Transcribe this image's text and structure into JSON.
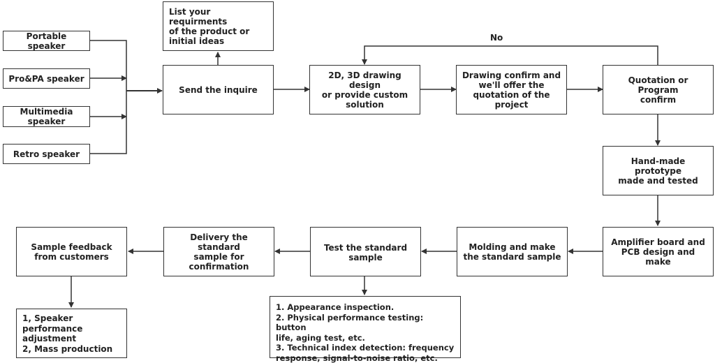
{
  "nodes": {
    "portable": "Portable speaker",
    "propa": "Pro&PA speaker",
    "multimedia": "Multimedia\nspeaker",
    "retro": "Retro speaker",
    "requirements": "List your requirments\nof the product or\ninitial ideas",
    "inquire": "Send the inquire",
    "drawing_design": "2D, 3D drawing design\nor provide custom\nsolution",
    "drawing_confirm": "Drawing confirm and\nwe'll offer the\nquotation of the\nproject",
    "quotation": "Quotation or Program\nconfirm",
    "prototype": "Hand-made prototype\nmade and tested",
    "amplifier": "Amplifier board and\nPCB design and make",
    "molding": "Molding and make\nthe standard sample",
    "test": "Test the standard\nsample",
    "delivery": "Delivery the standard\nsample for\nconfirmation",
    "feedback": "Sample feedback\nfrom customers",
    "adjustment": "1, Speaker\nperformance\nadjustment\n2, Mass production",
    "test_details": "1. Appearance inspection.\n2. Physical performance testing: button\nlife, aging test, etc.\n3. Technical index detection: frequency\nresponse, signal-to-noise ratio, etc."
  },
  "edge_labels": {
    "no": "No"
  }
}
